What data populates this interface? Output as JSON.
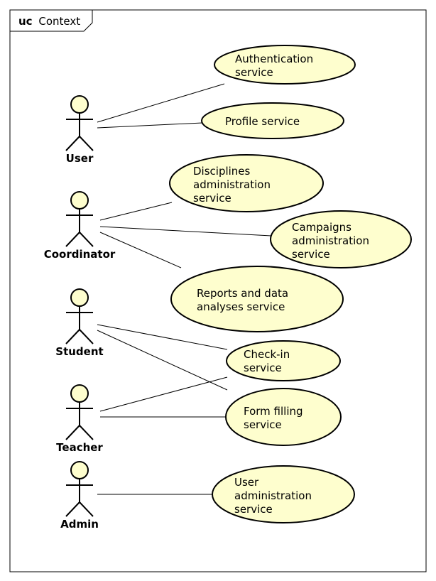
{
  "frame": {
    "keyword": "uc",
    "name": "Context"
  },
  "actors": [
    {
      "id": "user",
      "label": "User"
    },
    {
      "id": "coordinator",
      "label": "Coordinator"
    },
    {
      "id": "student",
      "label": "Student"
    },
    {
      "id": "teacher",
      "label": "Teacher"
    },
    {
      "id": "admin",
      "label": "Admin"
    }
  ],
  "usecases": [
    {
      "id": "auth",
      "lines": [
        "Authentication",
        "service"
      ]
    },
    {
      "id": "profile",
      "lines": [
        "Profile service"
      ]
    },
    {
      "id": "disciplines",
      "lines": [
        "Disciplines",
        "administration",
        "service"
      ]
    },
    {
      "id": "campaigns",
      "lines": [
        "Campaigns",
        "administration",
        "service"
      ]
    },
    {
      "id": "reports",
      "lines": [
        "Reports and data",
        "analyses service"
      ]
    },
    {
      "id": "checkin",
      "lines": [
        "Check-in",
        "service"
      ]
    },
    {
      "id": "formfilling",
      "lines": [
        "Form filling",
        "service"
      ]
    },
    {
      "id": "useradmin",
      "lines": [
        "User",
        "administration",
        "service"
      ]
    }
  ],
  "associations": [
    {
      "actor": "user",
      "usecase": "auth"
    },
    {
      "actor": "user",
      "usecase": "profile"
    },
    {
      "actor": "coordinator",
      "usecase": "disciplines"
    },
    {
      "actor": "coordinator",
      "usecase": "campaigns"
    },
    {
      "actor": "coordinator",
      "usecase": "reports"
    },
    {
      "actor": "student",
      "usecase": "checkin"
    },
    {
      "actor": "student",
      "usecase": "formfilling"
    },
    {
      "actor": "teacher",
      "usecase": "checkin"
    },
    {
      "actor": "teacher",
      "usecase": "formfilling"
    },
    {
      "actor": "admin",
      "usecase": "useradmin"
    }
  ],
  "colors": {
    "usecase_fill": "#FEFECE",
    "stroke": "#000000"
  }
}
